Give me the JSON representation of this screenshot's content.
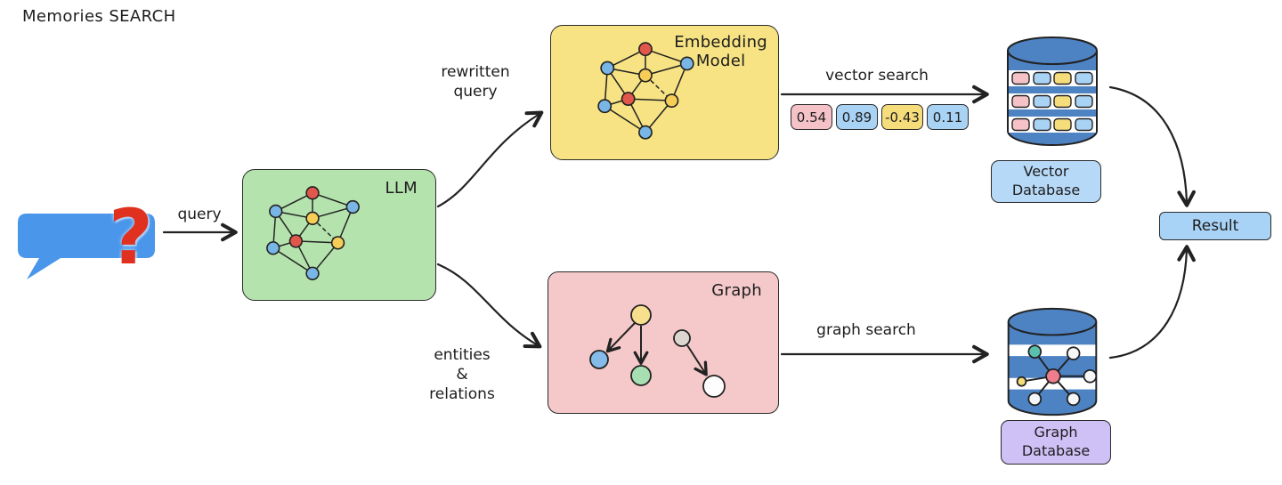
{
  "title": "Memories SEARCH",
  "nodes": {
    "speech_bubble": {
      "question_mark": "?"
    },
    "llm": {
      "label": "LLM"
    },
    "embedding_model": {
      "label_lines": [
        "Embedding",
        "Model"
      ]
    },
    "graph": {
      "label": "Graph"
    },
    "vector_database": {
      "label_lines": [
        "Vector",
        "Database"
      ]
    },
    "graph_database": {
      "label_lines": [
        "Graph",
        "Database"
      ]
    },
    "result": {
      "label": "Result"
    }
  },
  "edges": {
    "query": {
      "label": "query"
    },
    "rewritten_query": {
      "label_lines": [
        "rewritten",
        "query"
      ]
    },
    "entities_relations": {
      "label_lines": [
        "entities",
        "&",
        "relations"
      ]
    },
    "vector_search": {
      "label": "vector search"
    },
    "graph_search": {
      "label": "graph search"
    }
  },
  "vector_values": [
    "0.54",
    "0.89",
    "-0.43",
    "0.11"
  ],
  "colors": {
    "llm_box": "#b5e3ad",
    "embedding_box": "#f7e383",
    "graph_box": "#f5c9c9",
    "vector_db_label": "#b7d9f8",
    "graph_db_label": "#cfc0f5",
    "result_box": "#a9d3f6",
    "database_cylinder": "#4d82c3",
    "speech_bubble": "#4a96ea",
    "question_mark": "#e0301f",
    "chip_pink": "#f5c2c8",
    "chip_blue": "#a9d3f5",
    "chip_yellow": "#f6dd7c"
  }
}
